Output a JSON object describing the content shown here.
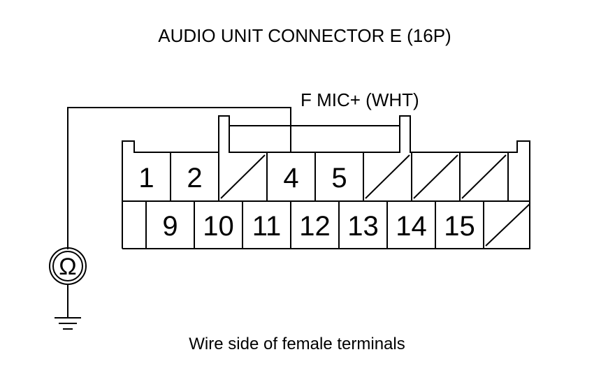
{
  "title": "AUDIO UNIT CONNECTOR E (16P)",
  "wire_label": "F MIC+ (WHT)",
  "caption": "Wire side of female terminals",
  "meter_symbol": "Ω",
  "connector": {
    "top_row": [
      {
        "label": "1",
        "blank": false
      },
      {
        "label": "2",
        "blank": false
      },
      {
        "label": "",
        "blank": true
      },
      {
        "label": "4",
        "blank": false
      },
      {
        "label": "5",
        "blank": false
      },
      {
        "label": "",
        "blank": true
      },
      {
        "label": "",
        "blank": true
      },
      {
        "label": "",
        "blank": true
      }
    ],
    "bottom_row": [
      {
        "label": "9",
        "blank": false
      },
      {
        "label": "10",
        "blank": false
      },
      {
        "label": "11",
        "blank": false
      },
      {
        "label": "12",
        "blank": false
      },
      {
        "label": "13",
        "blank": false
      },
      {
        "label": "14",
        "blank": false
      },
      {
        "label": "15",
        "blank": false
      },
      {
        "label": "",
        "blank": true
      }
    ]
  }
}
